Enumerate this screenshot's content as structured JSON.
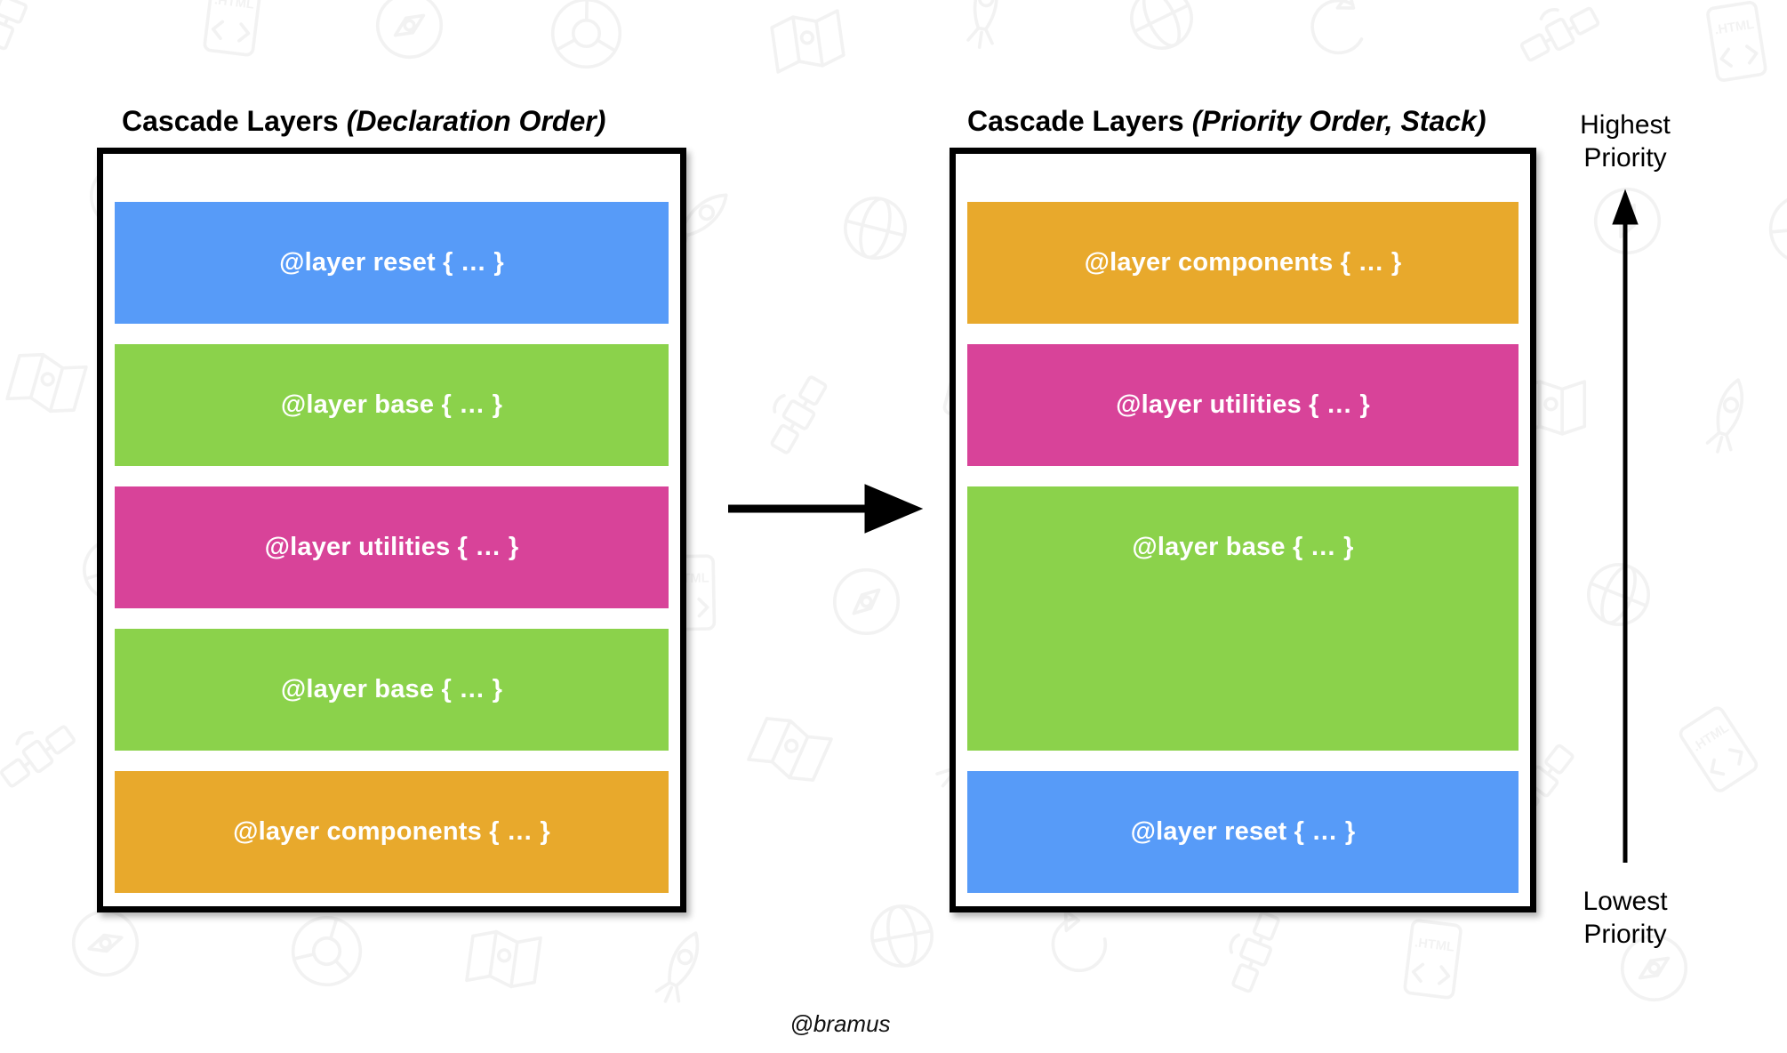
{
  "left_panel": {
    "title": {
      "main": "Cascade Layers",
      "qualifier": "(Declaration Order)"
    },
    "layers": [
      {
        "name": "reset",
        "label": "@layer reset { … }",
        "color": "#579BF8",
        "span": 1
      },
      {
        "name": "base",
        "label": "@layer base { … }",
        "color": "#8BD24B",
        "span": 1
      },
      {
        "name": "utilities",
        "label": "@layer utilities { … }",
        "color": "#D84399",
        "span": 1
      },
      {
        "name": "base",
        "label": "@layer base { … }",
        "color": "#8BD24B",
        "span": 1
      },
      {
        "name": "components",
        "label": "@layer components { … }",
        "color": "#E8A92C",
        "span": 1
      }
    ]
  },
  "right_panel": {
    "title": {
      "main": "Cascade Layers",
      "qualifier": "(Priority Order, Stack)"
    },
    "layers": [
      {
        "name": "components",
        "label": "@layer components { … }",
        "color": "#E8A92C",
        "span": 1
      },
      {
        "name": "utilities",
        "label": "@layer utilities { … }",
        "color": "#D84399",
        "span": 1
      },
      {
        "name": "base",
        "label": "@layer base { … }",
        "color": "#8BD24B",
        "span": 2
      },
      {
        "name": "reset",
        "label": "@layer reset { … }",
        "color": "#579BF8",
        "span": 1
      }
    ]
  },
  "priority_axis": {
    "highest_label": "Highest Priority",
    "lowest_label": "Lowest Priority"
  },
  "attribution": "@bramus",
  "colors": {
    "layer_blue": "#579BF8",
    "layer_green": "#8BD24B",
    "layer_pink": "#D84399",
    "layer_orange": "#E8A92C",
    "outline_black": "#000000"
  },
  "background_watermark": {
    "badge_text": ".HTML",
    "icon_names": [
      "satellite-icon",
      "html-file-icon",
      "compass-icon",
      "chrome-icon",
      "map-icon",
      "rocket-icon",
      "globe-icon",
      "refresh-swirl-icon"
    ]
  }
}
